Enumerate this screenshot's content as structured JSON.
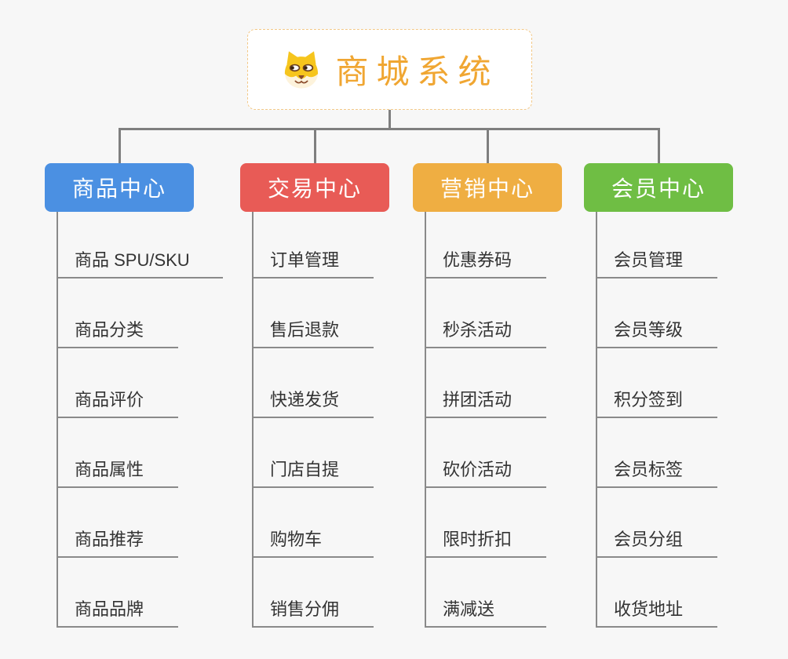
{
  "canvas": {
    "background": "#f7f7f7"
  },
  "root": {
    "title": "商城系统",
    "title_color": "#f0a632",
    "border_color": "#f3c887",
    "icon": "dog-face-icon"
  },
  "connector_color": "#7f7f7f",
  "leaf_text_color": "#333333",
  "leaf_line_color": "#8a8a8a",
  "branches": [
    {
      "label": "商品中心",
      "color": "#4b90e2",
      "items": [
        "商品 SPU/SKU",
        "商品分类",
        "商品评价",
        "商品属性",
        "商品推荐",
        "商品品牌"
      ]
    },
    {
      "label": "交易中心",
      "color": "#e85b56",
      "items": [
        "订单管理",
        "售后退款",
        "快递发货",
        "门店自提",
        "购物车",
        "销售分佣"
      ]
    },
    {
      "label": "营销中心",
      "color": "#efae42",
      "items": [
        "优惠券码",
        "秒杀活动",
        "拼团活动",
        "砍价活动",
        "限时折扣",
        "满减送"
      ]
    },
    {
      "label": "会员中心",
      "color": "#6fbe44",
      "items": [
        "会员管理",
        "会员等级",
        "积分签到",
        "会员标签",
        "会员分组",
        "收货地址"
      ]
    }
  ]
}
